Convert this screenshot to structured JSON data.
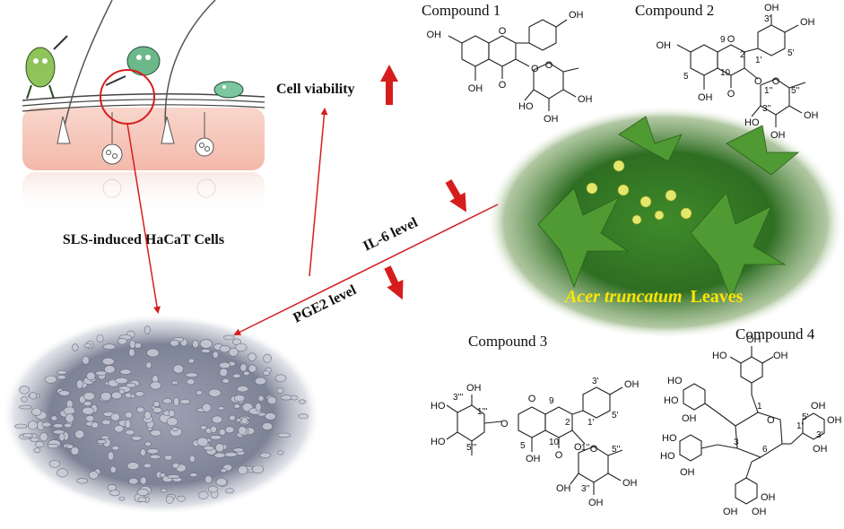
{
  "labels": {
    "compound1": "Compound 1",
    "compound2": "Compound 2",
    "compound3": "Compound 3",
    "compound4": "Compound 4",
    "sls_cells": "SLS-induced HaCaT Cells",
    "cell_viability": "Cell viability",
    "il6_level": "IL-6 level",
    "pge2_level": "PGE2 level",
    "leaves_italic": "Acer truncatum",
    "leaves_plain": "Leaves"
  },
  "atoms": {
    "oh": "OH",
    "o": "O",
    "ho": "HO"
  },
  "colors": {
    "arrow_red": "#d61d1d",
    "label_yellow": "#ffe600",
    "skin_pink": "#f6c8bc",
    "microscope_bg": "#8a8fa0"
  }
}
